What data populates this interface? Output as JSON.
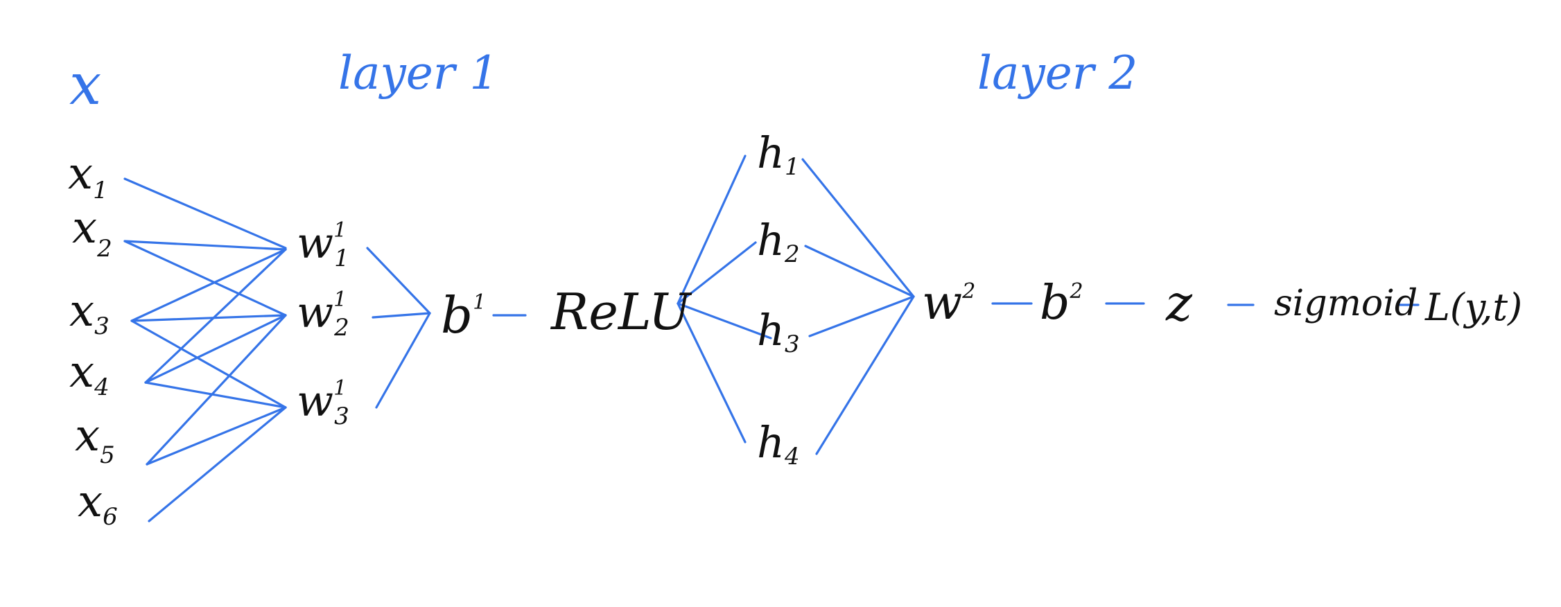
{
  "colors": {
    "ink": "#111111",
    "edge": "#3574e8",
    "heading": "#3574e8",
    "background": "#ffffff"
  },
  "headings": {
    "input": "x",
    "layer1": "layer 1",
    "layer2": "layer 2"
  },
  "inputs": [
    {
      "base": "x",
      "sub": "1"
    },
    {
      "base": "x",
      "sub": "2"
    },
    {
      "base": "x",
      "sub": "3"
    },
    {
      "base": "x",
      "sub": "4"
    },
    {
      "base": "x",
      "sub": "5"
    },
    {
      "base": "x",
      "sub": "6"
    }
  ],
  "layer1_weights": [
    {
      "base": "w",
      "sub": "1",
      "sup": "1"
    },
    {
      "base": "w",
      "sub": "2",
      "sup": "1"
    },
    {
      "base": "w",
      "sub": "3",
      "sup": "1"
    }
  ],
  "bias1": {
    "base": "b",
    "sup": "1"
  },
  "activation": "ReLU",
  "hidden": [
    {
      "base": "h",
      "sub": "1"
    },
    {
      "base": "h",
      "sub": "2"
    },
    {
      "base": "h",
      "sub": "3"
    },
    {
      "base": "h",
      "sub": "4"
    }
  ],
  "chain": {
    "w2": {
      "base": "w",
      "sup": "2"
    },
    "b2": {
      "base": "b",
      "sup": "2"
    },
    "z": "z",
    "sigmoid": "sigmoid",
    "loss": "L(y,t)"
  }
}
